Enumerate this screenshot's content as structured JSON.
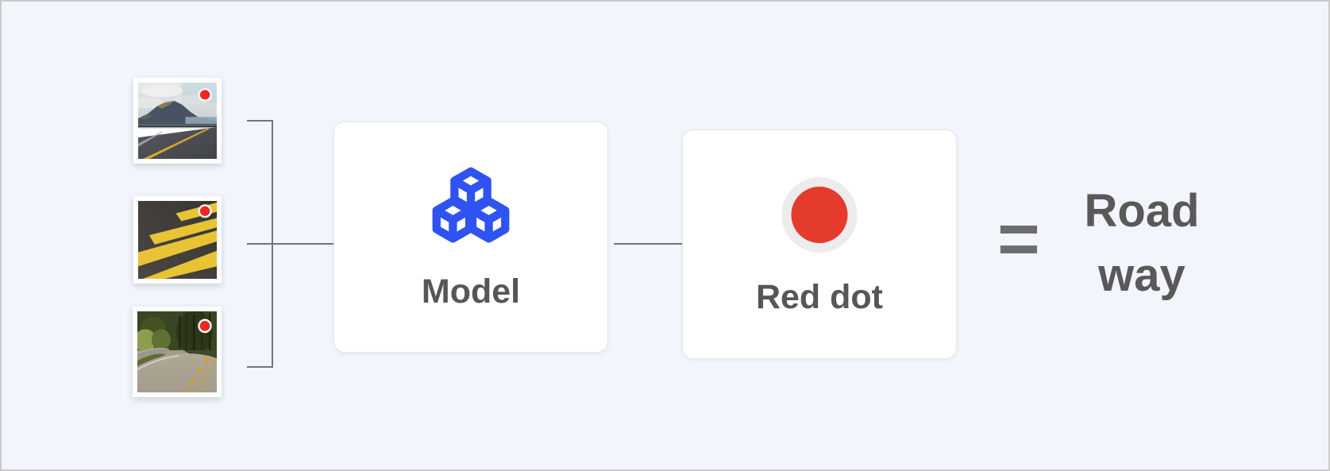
{
  "diagram": {
    "background_color": "#f2f5fb",
    "frame_border_color": "#c9c9c9",
    "connector_color": "#73757a",
    "inputs": [
      {
        "id": "mountain-road",
        "alt": "Mountain road photo with red dot marker"
      },
      {
        "id": "crosswalk",
        "alt": "Yellow crosswalk photo with red dot marker"
      },
      {
        "id": "forest-road",
        "alt": "Winding forest road photo with red dot marker"
      }
    ],
    "marker": {
      "icon": "red-dot-marker-icon",
      "color": "#f0271c"
    },
    "model_box": {
      "label": "Model",
      "icon": "cubes-icon",
      "icon_color": "#2f53f1",
      "label_color": "#565656"
    },
    "output_box": {
      "label": "Red dot",
      "icon": "red-dot-icon",
      "dot_color": "#e43b2c",
      "ring_color": "#ececec",
      "label_color": "#565656"
    },
    "equation": {
      "equals_symbol": "=",
      "result_line1": "Road",
      "result_line2": "way",
      "text_color": "#595959"
    }
  }
}
